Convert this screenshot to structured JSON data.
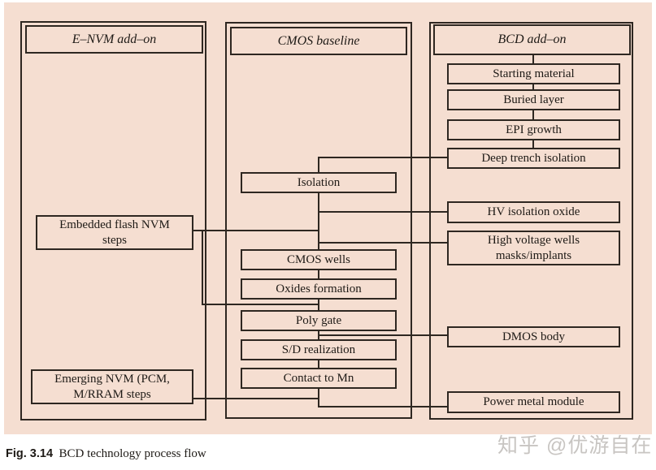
{
  "figure": {
    "caption_label": "Fig. 3.14",
    "caption_text": "BCD technology process flow"
  },
  "watermark": "知乎 @优游自在",
  "colors": {
    "panel_background": "#f5ded1",
    "line": "#2e2721",
    "text": "#1e1a16",
    "watermark": "#c8c5c2"
  },
  "columns": {
    "left": {
      "header": "E–NVM add–on",
      "boxes": [
        {
          "label": "Embedded flash NVM\nsteps"
        },
        {
          "label": "Emerging NVM (PCM,\nM/RRAM steps"
        }
      ]
    },
    "middle": {
      "header": "CMOS baseline",
      "boxes": [
        {
          "label": "Isolation"
        },
        {
          "label": "CMOS wells"
        },
        {
          "label": "Oxides formation"
        },
        {
          "label": "Poly gate"
        },
        {
          "label": "S/D realization"
        },
        {
          "label": "Contact to Mn"
        }
      ]
    },
    "right": {
      "header": "BCD add–on",
      "boxes": [
        {
          "label": "Starting material"
        },
        {
          "label": "Buried layer"
        },
        {
          "label": "EPI growth"
        },
        {
          "label": "Deep trench isolation"
        },
        {
          "label": "HV isolation oxide"
        },
        {
          "label": "High voltage wells\nmasks/implants"
        },
        {
          "label": "DMOS body"
        },
        {
          "label": "Power metal module"
        }
      ]
    }
  }
}
